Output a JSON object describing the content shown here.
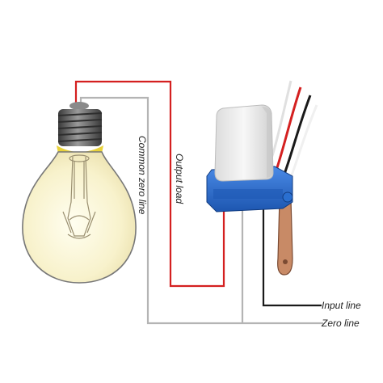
{
  "labels": {
    "common_zero_line": "Common zero line",
    "output_load": "Output load",
    "input_line": "Input line",
    "zero_line": "Zero line"
  },
  "colors": {
    "live_wire": "#d42020",
    "neutral_wire": "#b4b4b4",
    "input_wire": "#1a1a1a",
    "switch_housing": "#2a6fd0",
    "sensor_dome": "#eeeeee",
    "bulb_glass": "#fbf7d8",
    "bulb_base": "#555555"
  },
  "icons": [
    "light-bulb-icon",
    "photo-switch-icon"
  ]
}
